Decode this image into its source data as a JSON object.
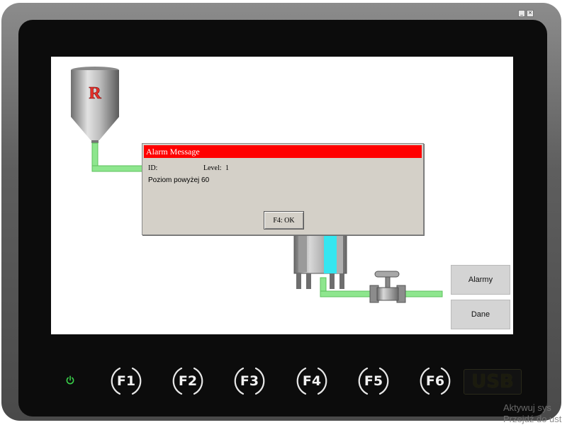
{
  "window_controls": {
    "minimize": "_",
    "close": "×"
  },
  "dialog": {
    "title": "Alarm Message",
    "id_label": "ID:",
    "level_label": "Level:",
    "level_value": "1",
    "message": "Poziom powyżej 60",
    "ok_button": "F4: OK"
  },
  "side_buttons": {
    "alarms": "Alarmy",
    "data": "Dane"
  },
  "hopper_logo": "R",
  "function_keys": [
    "F1",
    "F2",
    "F3",
    "F4",
    "F5",
    "F6"
  ],
  "usb_label": "USB",
  "watermark": [
    "Aktywuj sys",
    "Przejdź do ust"
  ],
  "colors": {
    "alarm_title_bar": "#ff0000",
    "pipe": "#8ee68e",
    "tank_level": "#35e6f0",
    "power_led": "#39d14a"
  }
}
